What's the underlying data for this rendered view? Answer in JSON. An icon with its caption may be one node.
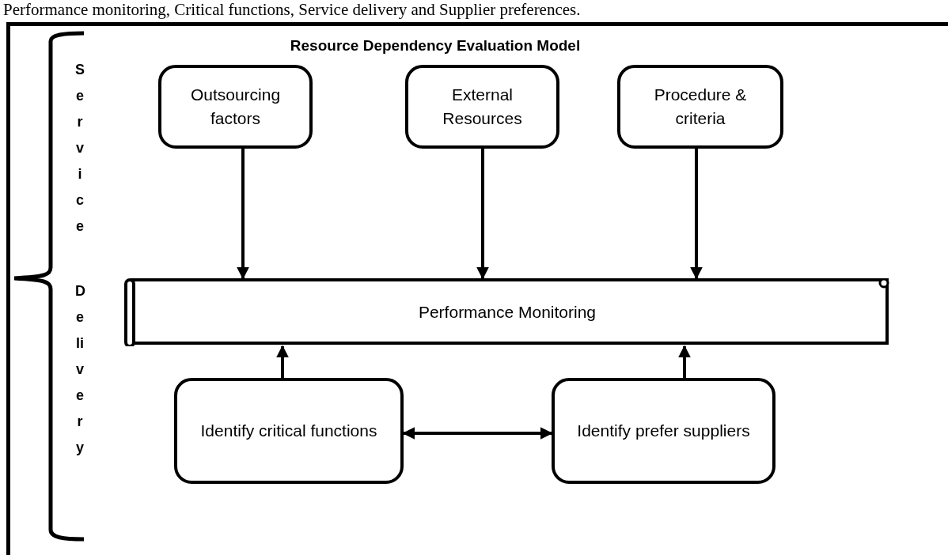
{
  "diagram": {
    "title": "Resource Dependency Evaluation Model",
    "nodes": [
      {
        "text": [
          "Outsourcing factors"
        ]
      },
      {
        "text": [
          "External Resources"
        ]
      },
      {
        "text": [
          "Procedure & criteria"
        ]
      },
      {
        "text": [
          "Performance Monitoring"
        ]
      },
      {
        "text": [
          "Identify critical functions"
        ]
      },
      {
        "text": [
          "Identify prefer suppliers"
        ]
      }
    ],
    "edges": [
      {
        "from": 0,
        "to": 3,
        "arrow": "to"
      },
      {
        "from": 1,
        "to": 3,
        "arrow": "to"
      },
      {
        "from": 2,
        "to": 3,
        "arrow": "to"
      },
      {
        "from": 4,
        "to": 3,
        "arrow": "to"
      },
      {
        "from": 5,
        "to": 3,
        "arrow": "to"
      },
      {
        "from": 4,
        "to": 5,
        "arrow": "both"
      }
    ],
    "labels": [
      "Performance monitoring, Critical functions, Service delivery and Supplier preferences.",
      "Service",
      "Delivery"
    ]
  }
}
